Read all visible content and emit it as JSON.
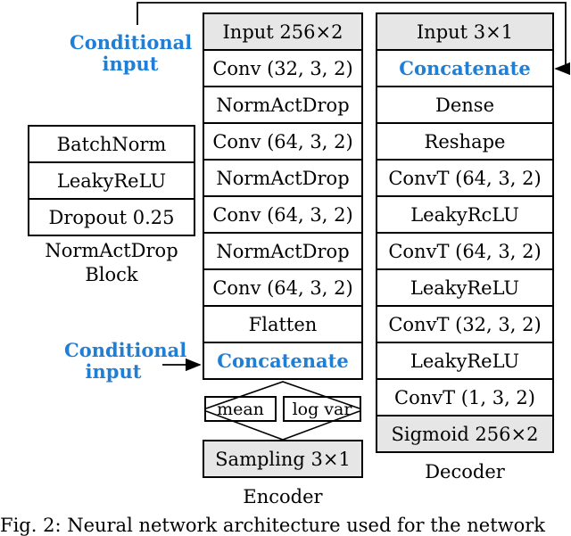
{
  "encoder": {
    "layers": [
      "Input 256×2",
      "Conv (32, 3, 2)",
      "NormActDrop",
      "Conv (64, 3, 2)",
      "NormActDrop",
      "Conv (64, 3, 2)",
      "NormActDrop",
      "Conv (64, 3, 2)",
      "Flatten",
      "Concatenate"
    ],
    "mean": "mean",
    "logvar": "log var",
    "sampling": "Sampling 3×1",
    "title": "Encoder"
  },
  "decoder": {
    "layers": [
      "Input 3×1",
      "Concatenate",
      "Dense",
      "Reshape",
      "ConvT (64, 3, 2)",
      "LeakyRcLU",
      "ConvT (64, 3, 2)",
      "LeakyReLU",
      "ConvT (32, 3, 2)",
      "LeakyReLU",
      "ConvT (1, 3, 2)",
      "Sigmoid 256×2"
    ],
    "title": "Decoder"
  },
  "block": {
    "layers": [
      "BatchNorm",
      "LeakyReLU",
      "Dropout 0.25"
    ],
    "title_line1": "NormActDrop",
    "title_line2": "Block"
  },
  "conditional_top": {
    "line1": "Conditional",
    "line2": "input"
  },
  "conditional_bottom": {
    "line1": "Conditional",
    "line2": "input"
  },
  "caption": "Fig. 2: Neural network architecture used for the network",
  "colors": {
    "accent": "#1f7fd6",
    "gray": "#e6e6e6"
  }
}
